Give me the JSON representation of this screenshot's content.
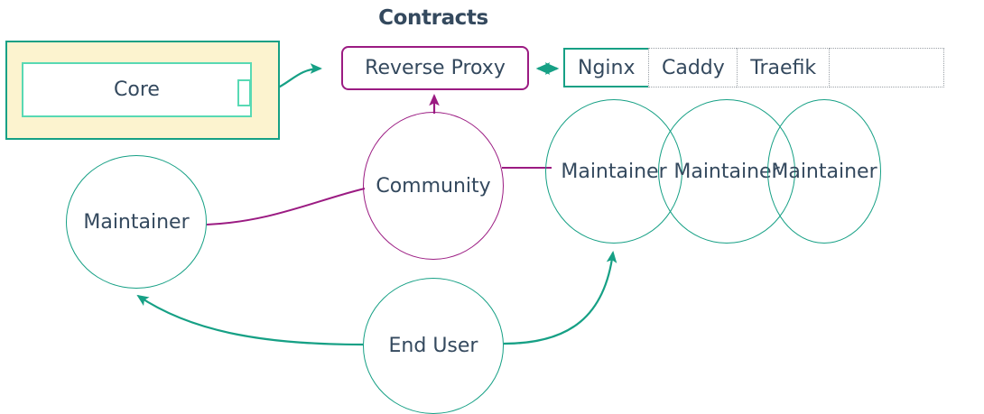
{
  "diagram": {
    "title": "Contracts",
    "core": {
      "label": "Core",
      "port_name": "core-port"
    },
    "proxy": {
      "label": "Reverse Proxy"
    },
    "implementations": [
      {
        "label": "Nginx",
        "state": "selected"
      },
      {
        "label": "Caddy",
        "state": "option"
      },
      {
        "label": "Traefik",
        "state": "option"
      },
      {
        "label": "",
        "state": "empty"
      }
    ],
    "actors": [
      {
        "id": "maintainer-left",
        "label": "Maintainer"
      },
      {
        "id": "community",
        "label": "Community"
      },
      {
        "id": "maintainer-1",
        "label": "Maintainer"
      },
      {
        "id": "maintainer-2",
        "label": "Maintainer"
      },
      {
        "id": "maintainer-3",
        "label": "Maintainer"
      },
      {
        "id": "end-user",
        "label": "End User"
      }
    ],
    "colors": {
      "teal": "#16a085",
      "teal_light": "#58d9b4",
      "purple": "#9b1b82",
      "text": "#34495e",
      "group_fill": "#fcf3cf",
      "dotted_border": "#9aa0a6",
      "background": "#ffffff"
    },
    "edges": [
      {
        "from": "core-port",
        "to": "proxy",
        "style": "curved-arrow",
        "color": "#16a085"
      },
      {
        "from": "proxy",
        "to": "nginx",
        "style": "double-head-arrow",
        "color": "#16a085"
      },
      {
        "from": "community",
        "to": "proxy",
        "style": "arrow-up",
        "color": "#9b1b82"
      },
      {
        "from": "community",
        "to": "maintainer-left",
        "style": "plain-line",
        "color": "#9b1b82"
      },
      {
        "from": "community",
        "to": "maintainer-1",
        "style": "plain-line",
        "color": "#9b1b82"
      },
      {
        "from": "end-user",
        "to": "maintainer-left",
        "style": "curved-arrow",
        "color": "#16a085"
      },
      {
        "from": "end-user",
        "to": "maintainer-1",
        "style": "curved-arrow",
        "color": "#16a085"
      }
    ]
  }
}
